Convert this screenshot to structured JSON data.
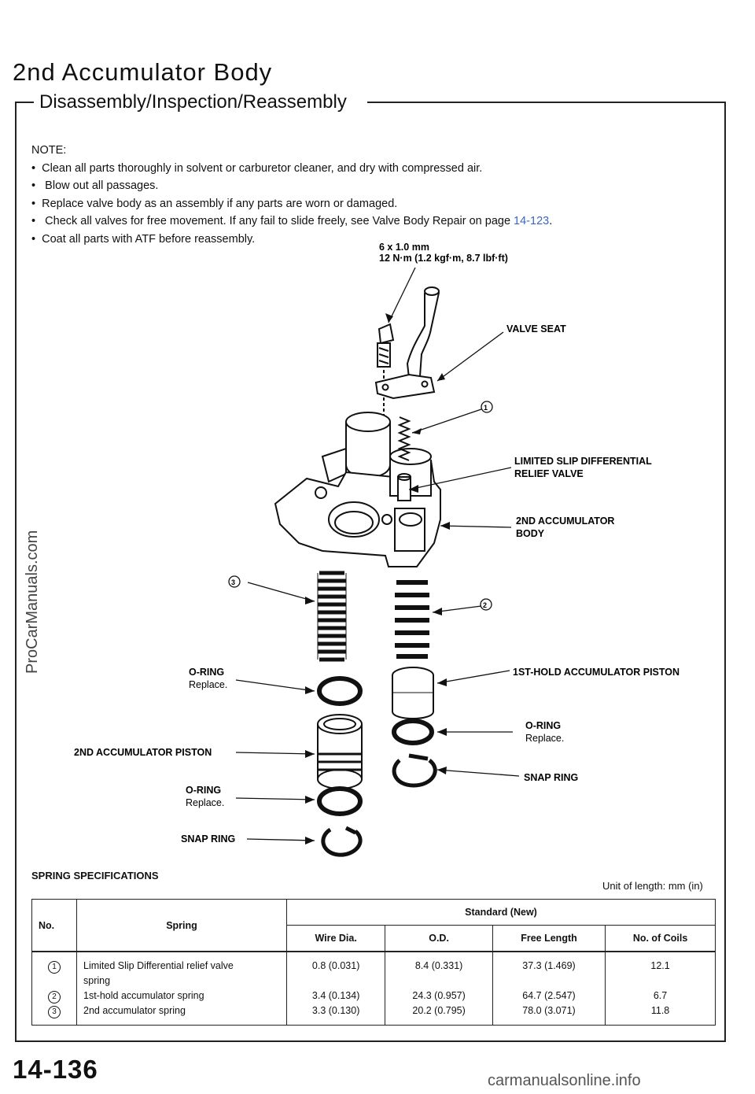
{
  "header": {
    "title": "2nd Accumulator Body",
    "subtitle": "Disassembly/Inspection/Reassembly"
  },
  "notes": {
    "heading": "NOTE:",
    "items": [
      "Clean all parts thoroughly in solvent or carburetor cleaner, and dry with compressed air.",
      "Blow out all passages.",
      "Replace valve body as an assembly if any parts are worn or damaged.",
      "Check all valves for free movement. If any fail to slide freely, see Valve Body Repair on page",
      "Coat all parts with ATF before reassembly."
    ],
    "link": "14-123",
    "link_suffix": "."
  },
  "diagram": {
    "bolt_spec_1": "6 x 1.0 mm",
    "bolt_spec_2": "12 N·m (1.2 kgf·m, 8.7 lbf·ft)",
    "valve_seat": "VALVE SEAT",
    "callout_1": "1",
    "lsd_valve_1": "LIMITED SLIP DIFFERENTIAL",
    "lsd_valve_2": "RELIEF VALVE",
    "acc_body_1": "2ND ACCUMULATOR",
    "acc_body_2": "BODY",
    "callout_3": "3",
    "callout_2": "2",
    "oring_left_1": "O-RING",
    "oring_left_1_sub": "Replace.",
    "first_hold_piston": "1ST-HOLD ACCUMULATOR PISTON",
    "oring_right": "O-RING",
    "oring_right_sub": "Replace.",
    "second_piston": "2ND ACCUMULATOR PISTON",
    "snap_ring_right": "SNAP RING",
    "oring_left_2": "O-RING",
    "oring_left_2_sub": "Replace.",
    "snap_ring_left": "SNAP RING"
  },
  "spec": {
    "title": "SPRING SPECIFICATIONS",
    "unit": "Unit of length: mm (in)",
    "headers": {
      "no": "No.",
      "spring": "Spring",
      "standard": "Standard (New)",
      "wire": "Wire Dia.",
      "od": "O.D.",
      "free": "Free Length",
      "coils": "No. of Coils"
    },
    "rows": [
      {
        "no": "1",
        "spring": "Limited Slip Differential relief valve spring",
        "wire": "0.8 (0.031)",
        "od": "8.4 (0.331)",
        "free": "37.3 (1.469)",
        "coils": "12.1"
      },
      {
        "no": "2",
        "spring": "1st-hold accumulator spring",
        "wire": "3.4 (0.134)",
        "od": "24.3 (0.957)",
        "free": "64.7 (2.547)",
        "coils": "6.7"
      },
      {
        "no": "3",
        "spring": "2nd accumulator spring",
        "wire": "3.3 (0.130)",
        "od": "20.2 (0.795)",
        "free": "78.0 (3.071)",
        "coils": "11.8"
      }
    ]
  },
  "page_number": "14-136",
  "watermark_side": "ProCarManuals.com",
  "watermark_footer": "carmanualsonline.info"
}
